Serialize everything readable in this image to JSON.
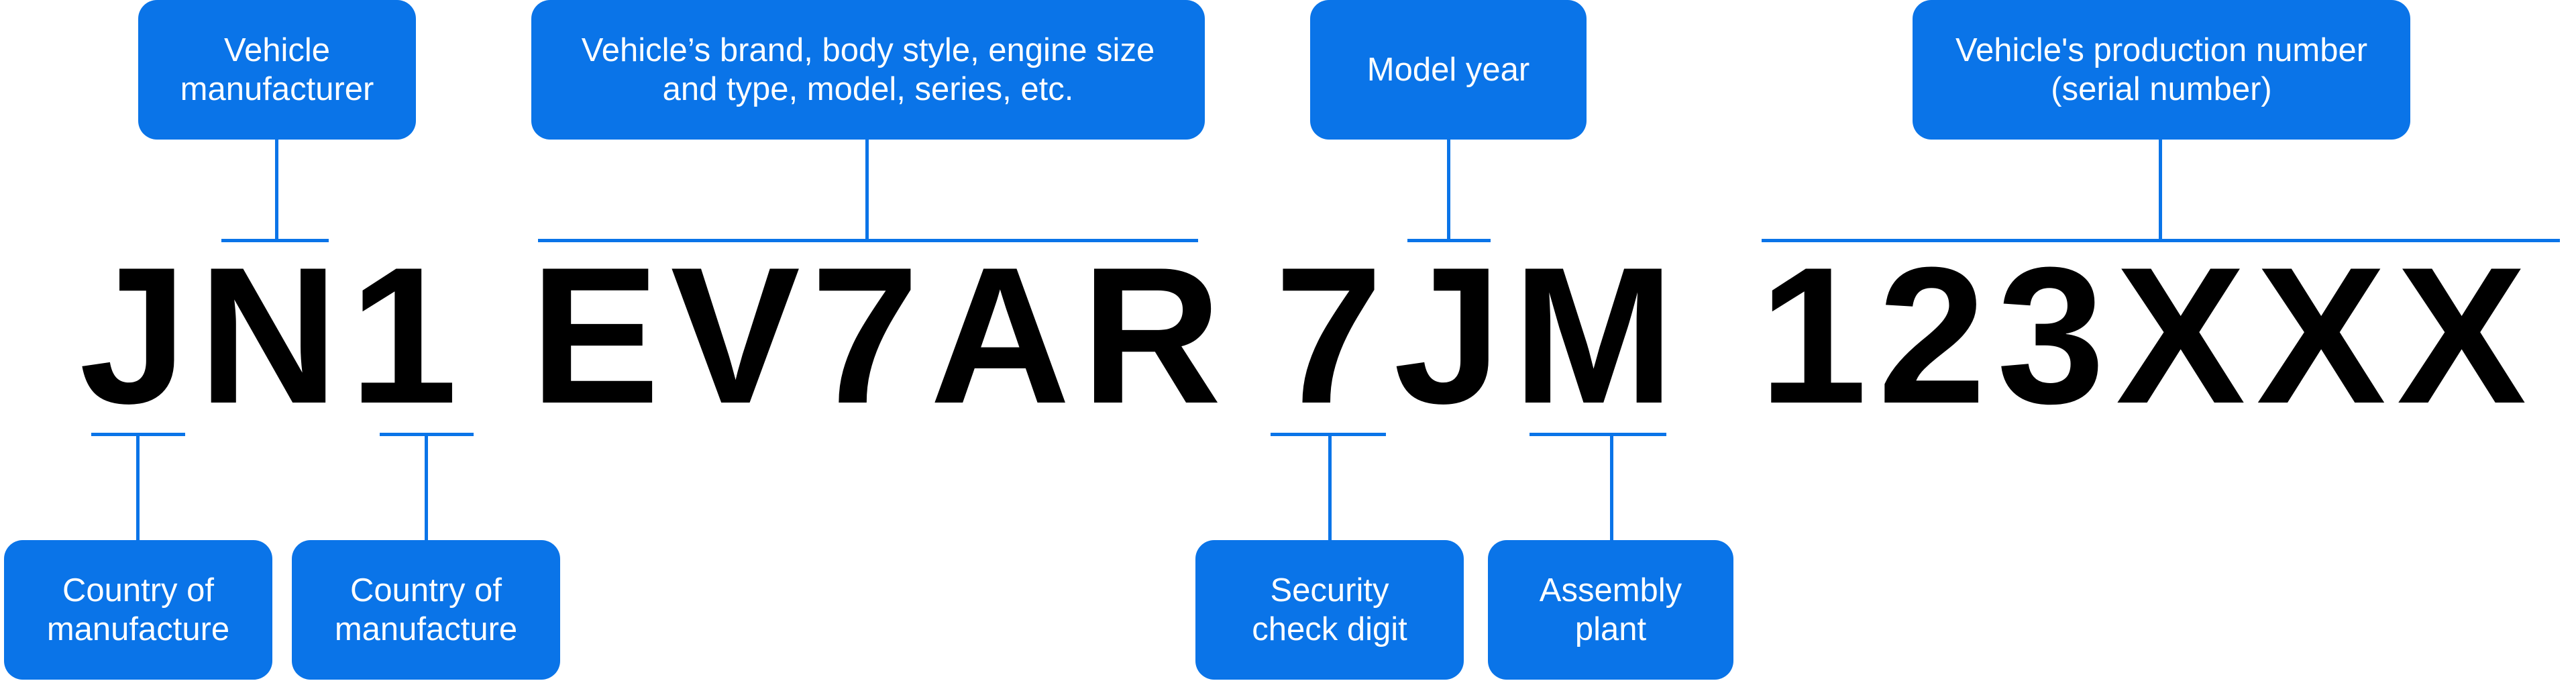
{
  "vin": {
    "part1": "JN1",
    "part2": "EV7AR",
    "part3": "7JM",
    "part4": "123XXX"
  },
  "labels": {
    "manufacturer": "Vehicle\nmanufacturer",
    "descriptor": "Vehicle’s brand, body style, engine size\nand type, model, series, etc.",
    "model_year": "Model year",
    "serial": "Vehicle's production number\n(serial number)",
    "country1": "Country of\nmanufacture",
    "country2": "Country of\nmanufacture",
    "check_digit": "Security\ncheck digit",
    "assembly": "Assembly\nplant"
  },
  "colors": {
    "accent": "#0a74e8",
    "text": "#000000"
  }
}
